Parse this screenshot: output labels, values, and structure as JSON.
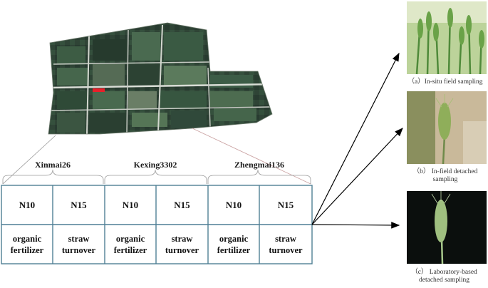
{
  "varieties": [
    "Xinmai26",
    "Kexing3302",
    "Zhengmai136"
  ],
  "nitrogen_labels": [
    "N10",
    "N15",
    "N10",
    "N15",
    "N10",
    "N15"
  ],
  "treatments": [
    "organic\nfertilizer",
    "straw\nturnover",
    "organic\nfertilizer",
    "straw\nturnover",
    "organic\nfertilizer",
    "straw\nturnover"
  ],
  "captions": {
    "a": "（a）In-situ field sampling",
    "b": "（b） In-field detached\n        sampling",
    "c": "（c） Laboratory-based\n        detached sampling"
  },
  "colors": {
    "grid_line": "#4f7f95",
    "connector": "#9a9a9a",
    "arrow": "#000000",
    "marker": "#e8202a"
  }
}
